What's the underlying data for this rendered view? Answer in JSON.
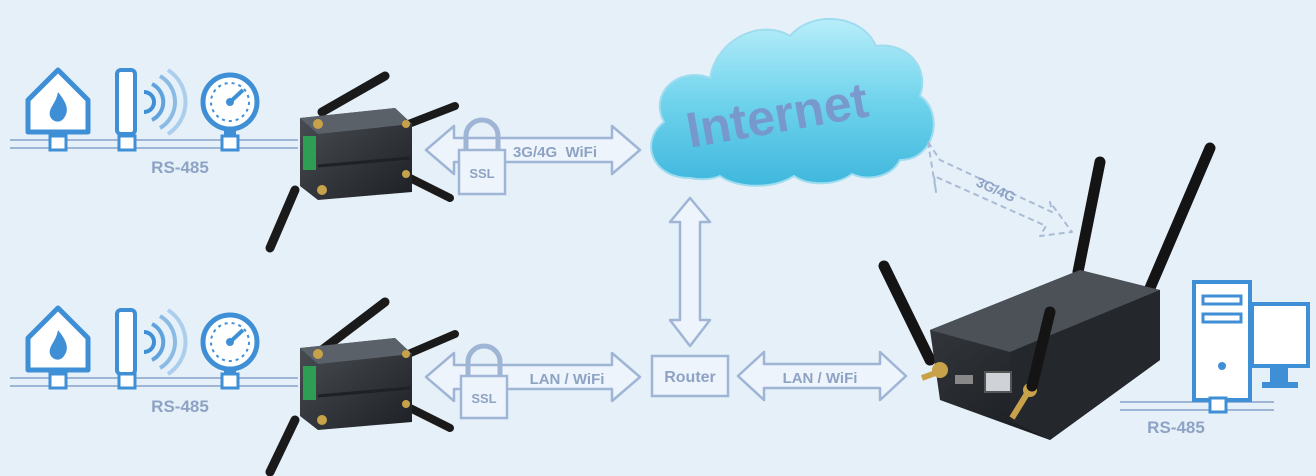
{
  "cloud_label": "Internet",
  "bus_labels": {
    "top_left": "RS-485",
    "bottom_left": "RS-485",
    "right": "RS-485"
  },
  "links": {
    "top": "3G/4G  WiFi",
    "bottom": "LAN / WiFi",
    "router_right": "LAN / WiFi",
    "cloud_gateway": "3G/4G"
  },
  "lock_labels": {
    "top": "SSL",
    "bottom": "SSL"
  },
  "router_label": "Router",
  "icons": [
    "house-flame-icon",
    "wireless-sensor-icon",
    "pressure-gauge-icon",
    "gateway-device-icon",
    "computer-icon",
    "lock-icon"
  ],
  "colors": {
    "background": "#e6f0f9",
    "line": "#9fb5d6",
    "icon_stroke": "#3f8fd6",
    "text": "#8ea3c4",
    "cloud": "#6fd0ea"
  }
}
